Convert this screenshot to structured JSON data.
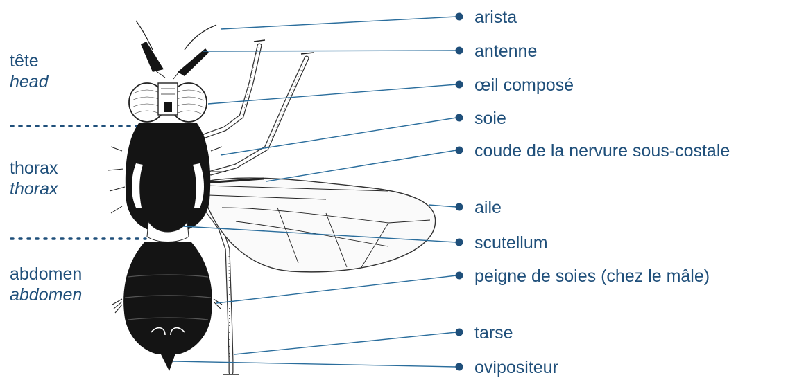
{
  "regions": {
    "head": {
      "fr": "tête",
      "en": "head"
    },
    "thorax": {
      "fr": "thorax",
      "en": "thorax"
    },
    "abdomen": {
      "fr": "abdomen",
      "en": "abdomen"
    }
  },
  "callouts": [
    {
      "key": "arista",
      "label": "arista"
    },
    {
      "key": "antenne",
      "label": "antenne"
    },
    {
      "key": "oeil",
      "label": "œil composé"
    },
    {
      "key": "soie",
      "label": "soie"
    },
    {
      "key": "coude",
      "label": "coude de la nervure sous-costale"
    },
    {
      "key": "aile",
      "label": "aile"
    },
    {
      "key": "scutellum",
      "label": "scutellum"
    },
    {
      "key": "peigne",
      "label": "peigne de soies (chez le mâle)"
    },
    {
      "key": "tarse",
      "label": "tarse"
    },
    {
      "key": "ovipositeur",
      "label": "ovipositeur"
    }
  ],
  "colors": {
    "label_text": "#1f4f7a",
    "leader_line": "#2a6d9c",
    "insect_body": "#141414"
  }
}
